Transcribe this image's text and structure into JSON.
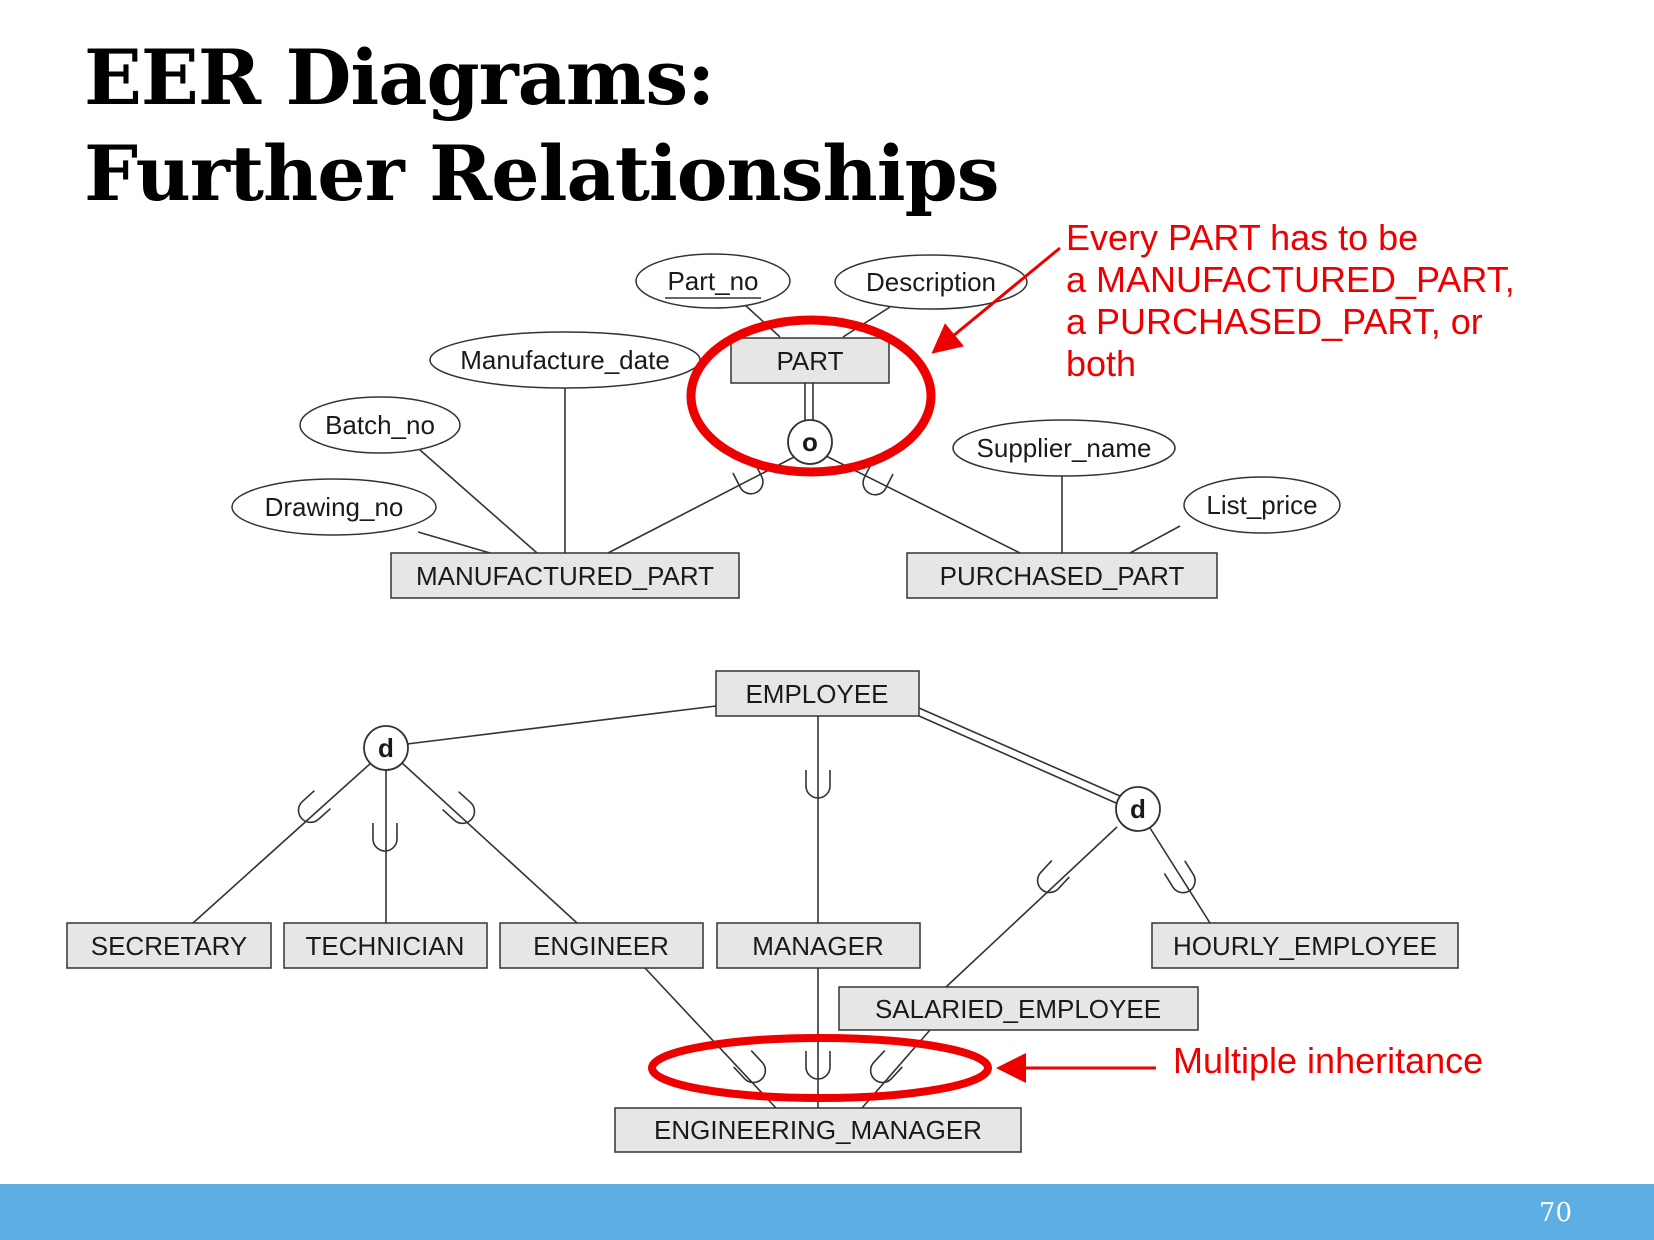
{
  "slide": {
    "title_line1": "EER Diagrams:",
    "title_line2": "Further Relationships",
    "page_number": "70"
  },
  "diagram_top": {
    "superclass": "PART",
    "attributes": {
      "part_no": "Part_no",
      "description": "Description",
      "manufacture_date": "Manufacture_date",
      "batch_no": "Batch_no",
      "drawing_no": "Drawing_no",
      "supplier_name": "Supplier_name",
      "list_price": "List_price"
    },
    "constraint": "o",
    "subclasses": {
      "manufactured": "MANUFACTURED_PART",
      "purchased": "PURCHASED_PART"
    }
  },
  "diagram_bottom": {
    "superclass": "EMPLOYEE",
    "constraint_left": "d",
    "constraint_right": "d",
    "subclasses": {
      "secretary": "SECRETARY",
      "technician": "TECHNICIAN",
      "engineer": "ENGINEER",
      "manager": "MANAGER",
      "hourly": "HOURLY_EMPLOYEE",
      "salaried": "SALARIED_EMPLOYEE",
      "engineering_manager": "ENGINEERING_MANAGER"
    }
  },
  "annotations": {
    "part_note_lines": [
      "Every PART has to be",
      "a MANUFACTURED_PART,",
      "a PURCHASED_PART, or",
      "both"
    ],
    "multiple_inheritance": "Multiple inheritance",
    "color": "#ee0000"
  },
  "theme": {
    "footer_color": "#5daee3"
  }
}
